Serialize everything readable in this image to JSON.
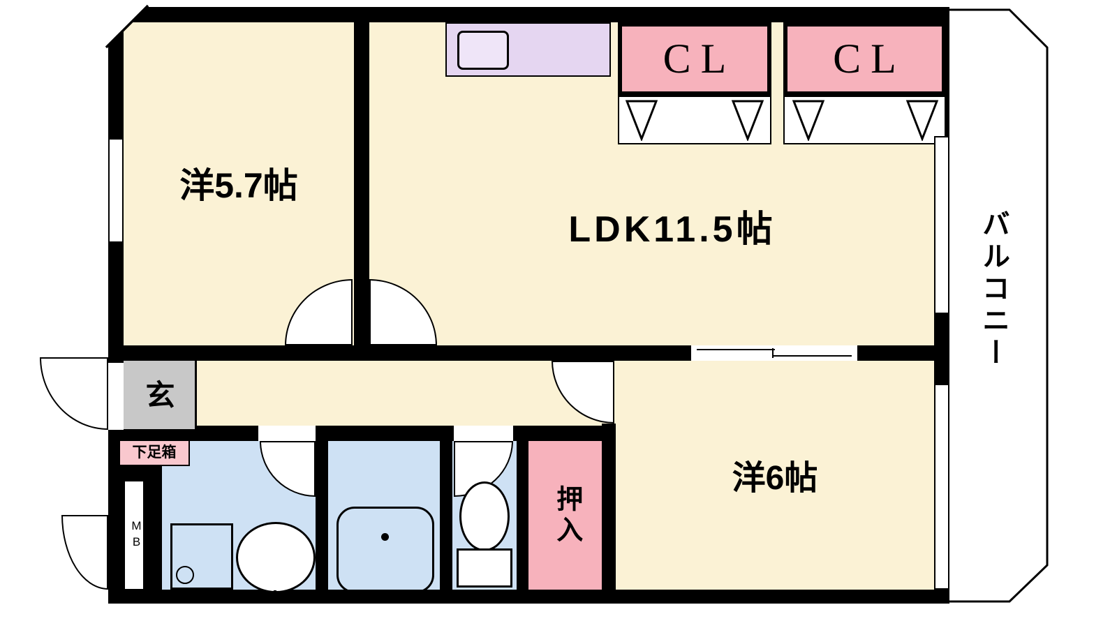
{
  "labels": {
    "room_57": "洋5.7帖",
    "ldk": "LDK11.5帖",
    "room_6": "洋6帖",
    "closet_left": "CL",
    "closet_right": "CL",
    "balcony": "バルコニー",
    "entrance": "玄",
    "shoe_box": "下足箱",
    "oshiire": "押入",
    "meter_box": "MB"
  },
  "colors": {
    "wall": "#000000",
    "room_floor": "#FBF2D5",
    "closet_pink": "#F7B2BC",
    "bathroom_blue": "#CEE1F4",
    "kitchen_counter": "#E5D6F1",
    "entrance_gray": "#C8C8C8"
  }
}
